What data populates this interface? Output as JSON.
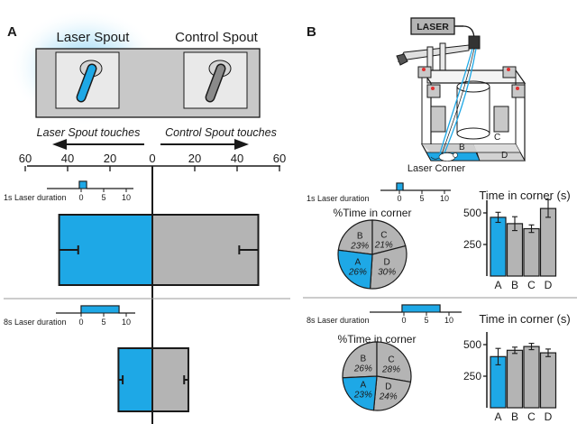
{
  "panels": {
    "a": {
      "letter": "A",
      "spout_labels": [
        "Laser Spout",
        "Control Spout"
      ],
      "direction_labels": [
        "Laser Spout touches",
        "Control Spout touches"
      ],
      "axis_ticks": [
        "60",
        "40",
        "20",
        "0",
        "20",
        "40",
        "60"
      ],
      "pulse_labels": [
        "1s Laser duration",
        "8s Laser duration"
      ],
      "pulse_ticks": [
        "0",
        "5",
        "10"
      ]
    },
    "b": {
      "letter": "B",
      "laser_label": "LASER",
      "corner_label": "Laser Corner",
      "arena_letters": [
        "B",
        "C",
        "D"
      ]
    }
  },
  "colors": {
    "laser": "#1ea8e6",
    "control": "#b4b4b4",
    "outline": "#1a1a1a"
  },
  "icons": [
    "toggle-switch-icon",
    "laser-icon",
    "mouse-icon"
  ],
  "chart_data": [
    {
      "type": "bar",
      "orientation": "horizontal",
      "condition": "1s Laser duration",
      "categories": [
        "Laser Spout touches",
        "Control Spout touches"
      ],
      "values": [
        44,
        50
      ],
      "error": [
        9,
        9
      ],
      "xlim": [
        0,
        60
      ]
    },
    {
      "type": "bar",
      "orientation": "horizontal",
      "condition": "8s Laser duration",
      "categories": [
        "Laser Spout touches",
        "Control Spout touches"
      ],
      "values": [
        16,
        17
      ],
      "error": [
        2,
        2
      ],
      "xlim": [
        0,
        60
      ]
    },
    {
      "type": "pie",
      "condition": "1s Laser duration",
      "title": "%Time in corner",
      "categories": [
        "A",
        "B",
        "C",
        "D"
      ],
      "values": [
        26,
        23,
        21,
        30
      ],
      "labels": [
        "26%",
        "23%",
        "21%",
        "30%"
      ]
    },
    {
      "type": "bar",
      "condition": "1s Laser duration",
      "title": "Time in corner (s)",
      "categories": [
        "A",
        "B",
        "C",
        "D"
      ],
      "values": [
        465,
        415,
        375,
        535
      ],
      "error": [
        40,
        55,
        30,
        70
      ],
      "yticks": [
        "250",
        "500"
      ],
      "ylim": [
        0,
        600
      ]
    },
    {
      "type": "pie",
      "condition": "8s Laser duration",
      "title": "%Time in corner",
      "categories": [
        "A",
        "B",
        "C",
        "D"
      ],
      "values": [
        23,
        26,
        28,
        24
      ],
      "labels": [
        "23%",
        "26%",
        "28%",
        "24%"
      ]
    },
    {
      "type": "bar",
      "condition": "8s Laser duration",
      "title": "Time in corner (s)",
      "categories": [
        "A",
        "B",
        "C",
        "D"
      ],
      "values": [
        405,
        455,
        485,
        435
      ],
      "error": [
        65,
        25,
        25,
        30
      ],
      "yticks": [
        "250",
        "500"
      ],
      "ylim": [
        0,
        600
      ]
    }
  ]
}
